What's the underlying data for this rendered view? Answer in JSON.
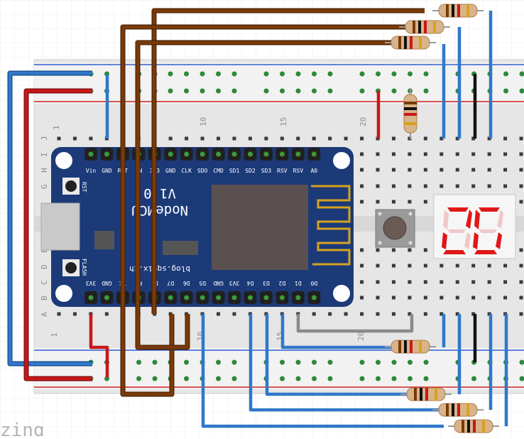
{
  "breadboard": {
    "column_numbers_top": [
      "1",
      "10",
      "15",
      "20"
    ],
    "column_numbers_bottom": [
      "1",
      "10",
      "15",
      "20"
    ],
    "row_letters_top": [
      "J",
      "I",
      "H",
      "G"
    ],
    "row_letters_bottom": [
      "E",
      "D",
      "C",
      "B",
      "A"
    ]
  },
  "nodemcu": {
    "title": "NodeMCU",
    "version": "V1.0",
    "url": "blog.squix.ch",
    "button_rst": "RST",
    "button_flash": "FLASH",
    "pins_top": [
      "Vin",
      "GND",
      "RST",
      "EN",
      "3V3",
      "GND",
      "CLK",
      "SDO",
      "CMD",
      "SD1",
      "SD2",
      "SD3",
      "RSV",
      "RSV",
      "A0"
    ],
    "pins_bottom": [
      "3V3",
      "GND",
      "TX",
      "RX",
      "D8",
      "D7",
      "D6",
      "D5",
      "GND",
      "3V3",
      "D4",
      "D3",
      "D2",
      "D1",
      "D0"
    ]
  },
  "footer_brand": "zing",
  "colors": {
    "board_blue": "#1c3a78",
    "wire_blue": "#2f78c8",
    "wire_red": "#c81818",
    "wire_brown": "#7a3a08",
    "wire_gray": "#8a8a8a",
    "wire_black": "#111111",
    "segment_red": "#e01818"
  }
}
